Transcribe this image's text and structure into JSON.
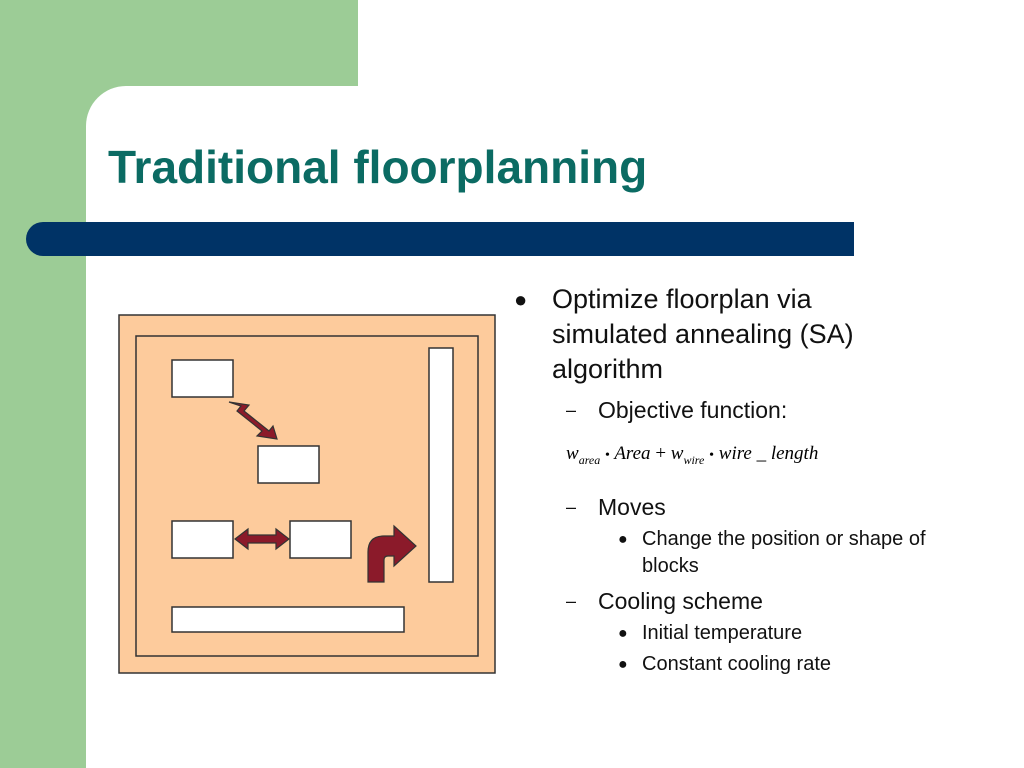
{
  "slide": {
    "title": "Traditional floorplanning",
    "colors": {
      "title": "#0b6b63",
      "accent_bar": "#003366",
      "side_band": "#9ccc96",
      "diagram_fill": "#fdcb9c",
      "arrow_fill": "#8b1a2a"
    }
  },
  "bullets": {
    "main": "Optimize floorplan via simulated annealing (SA) algorithm",
    "objective_label": "Objective function:",
    "formula": {
      "w1": "w",
      "sub1": "area",
      "dot1": "•",
      "area": "Area",
      "plus": "+",
      "w2": "w",
      "sub2": "wire",
      "dot2": "•",
      "wire_length": "wire _ length"
    },
    "moves_label": "Moves",
    "moves_items": [
      "Change the position or shape of blocks"
    ],
    "cooling_label": "Cooling scheme",
    "cooling_items": [
      "Initial temperature",
      "Constant cooling rate"
    ]
  },
  "diagram": {
    "icons": [
      "diagonal-double-arrow-icon",
      "horizontal-double-arrow-icon",
      "turn-arrow-icon"
    ]
  }
}
